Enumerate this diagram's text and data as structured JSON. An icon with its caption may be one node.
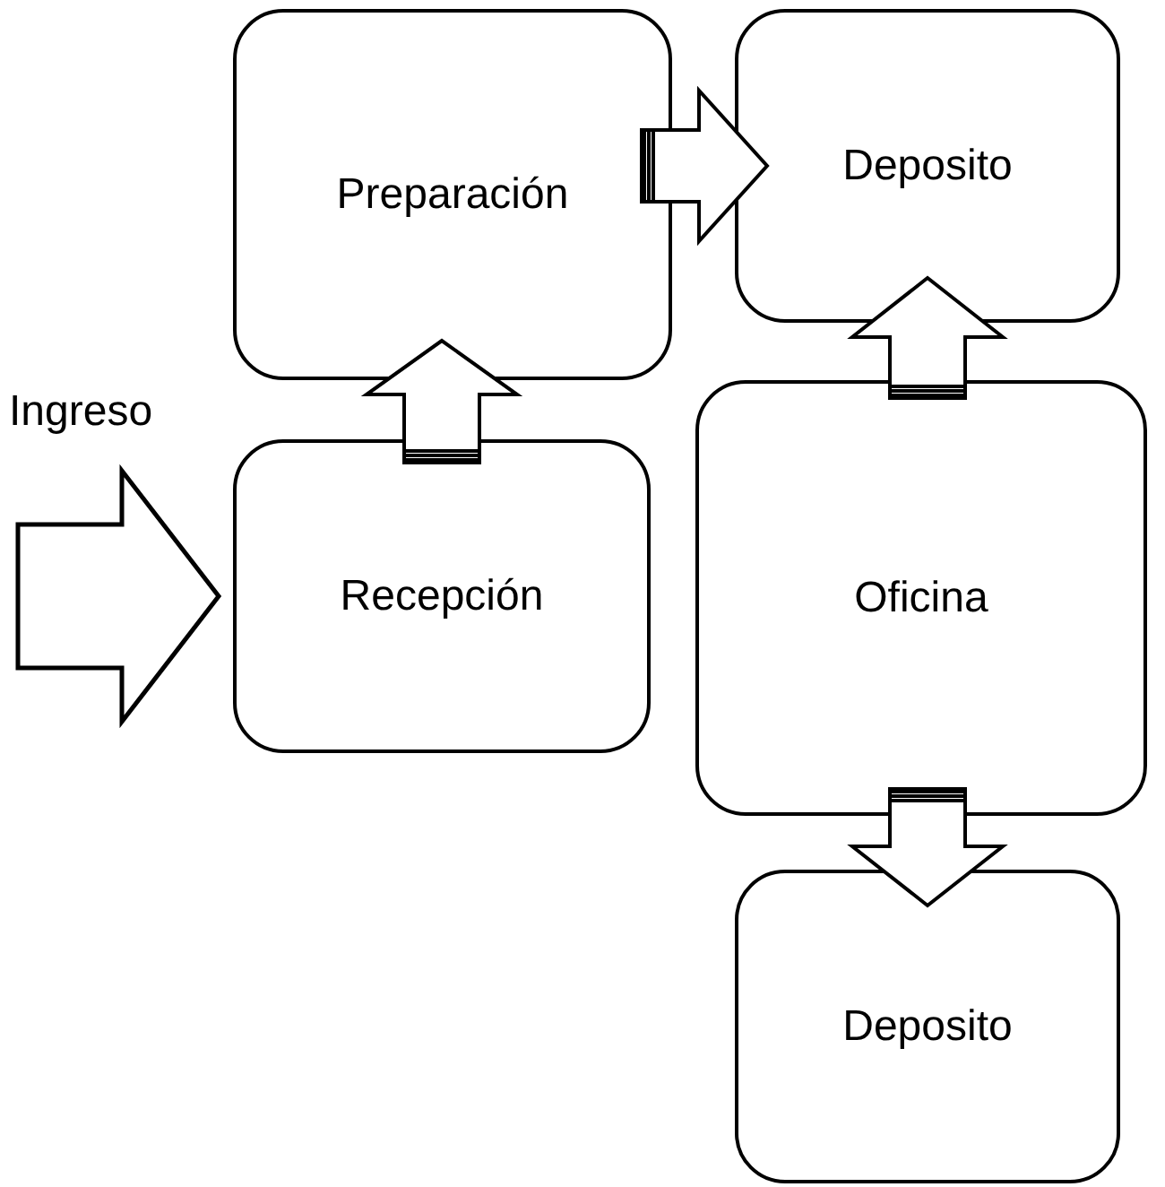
{
  "diagram": {
    "nodes": [
      {
        "text": [
          "Preparación"
        ]
      },
      {
        "text": [
          "Deposito"
        ]
      },
      {
        "text": [
          "Recepción"
        ]
      },
      {
        "text": [
          "Oficina"
        ]
      },
      {
        "text": [
          "Deposito"
        ]
      }
    ],
    "edges": [
      {
        "from": null,
        "to": 2,
        "arrow": "to",
        "label": "Ingreso",
        "style": "thick"
      },
      {
        "from": 2,
        "to": 0,
        "arrow": "to"
      },
      {
        "from": 0,
        "to": 1,
        "arrow": "to"
      },
      {
        "from": 3,
        "to": 1,
        "arrow": "to"
      },
      {
        "from": 3,
        "to": 4,
        "arrow": "to"
      }
    ]
  }
}
